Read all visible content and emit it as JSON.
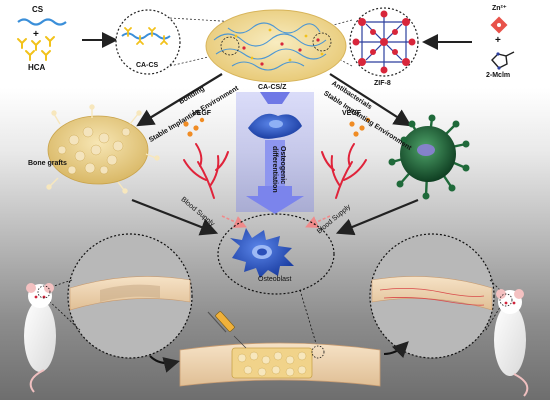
{
  "top": {
    "cs": "CS",
    "plus1": "+",
    "hca": "HCA",
    "ca_cs": "CA-CS",
    "ca_cs_z": "CA-CS/Z",
    "zif8": "ZIF-8",
    "zn": "Zn²⁺",
    "plus2": "+",
    "mcim": "2-Mclm"
  },
  "middle": {
    "bonding": "Bonding",
    "stable_left": "Stable Implanting Environment",
    "antibacterials": "Antibacterials",
    "stable_right": "Stable Implanting Environment",
    "bone_grafts": "Bone grafts",
    "vegf_left": "VEGF",
    "vegf_right": "VEGF",
    "osteogenic": "Osteogenic",
    "differentiation": "differentiation",
    "blood_left": "Blood Supply",
    "blood_right": "Blood Supply",
    "osteoblast": "Osteoblast"
  },
  "colors": {
    "cs_wave": "#3b8fd9",
    "hca": "#f2c21b",
    "ellipse_fill": "#f3e3a6",
    "zif_node": "#d8263b",
    "zif_link": "#2c3f9e",
    "cell": "#2f5fd0",
    "vessel": "#e0233a",
    "bacteria": "#1f6a3a",
    "zn": "#e8524a"
  }
}
